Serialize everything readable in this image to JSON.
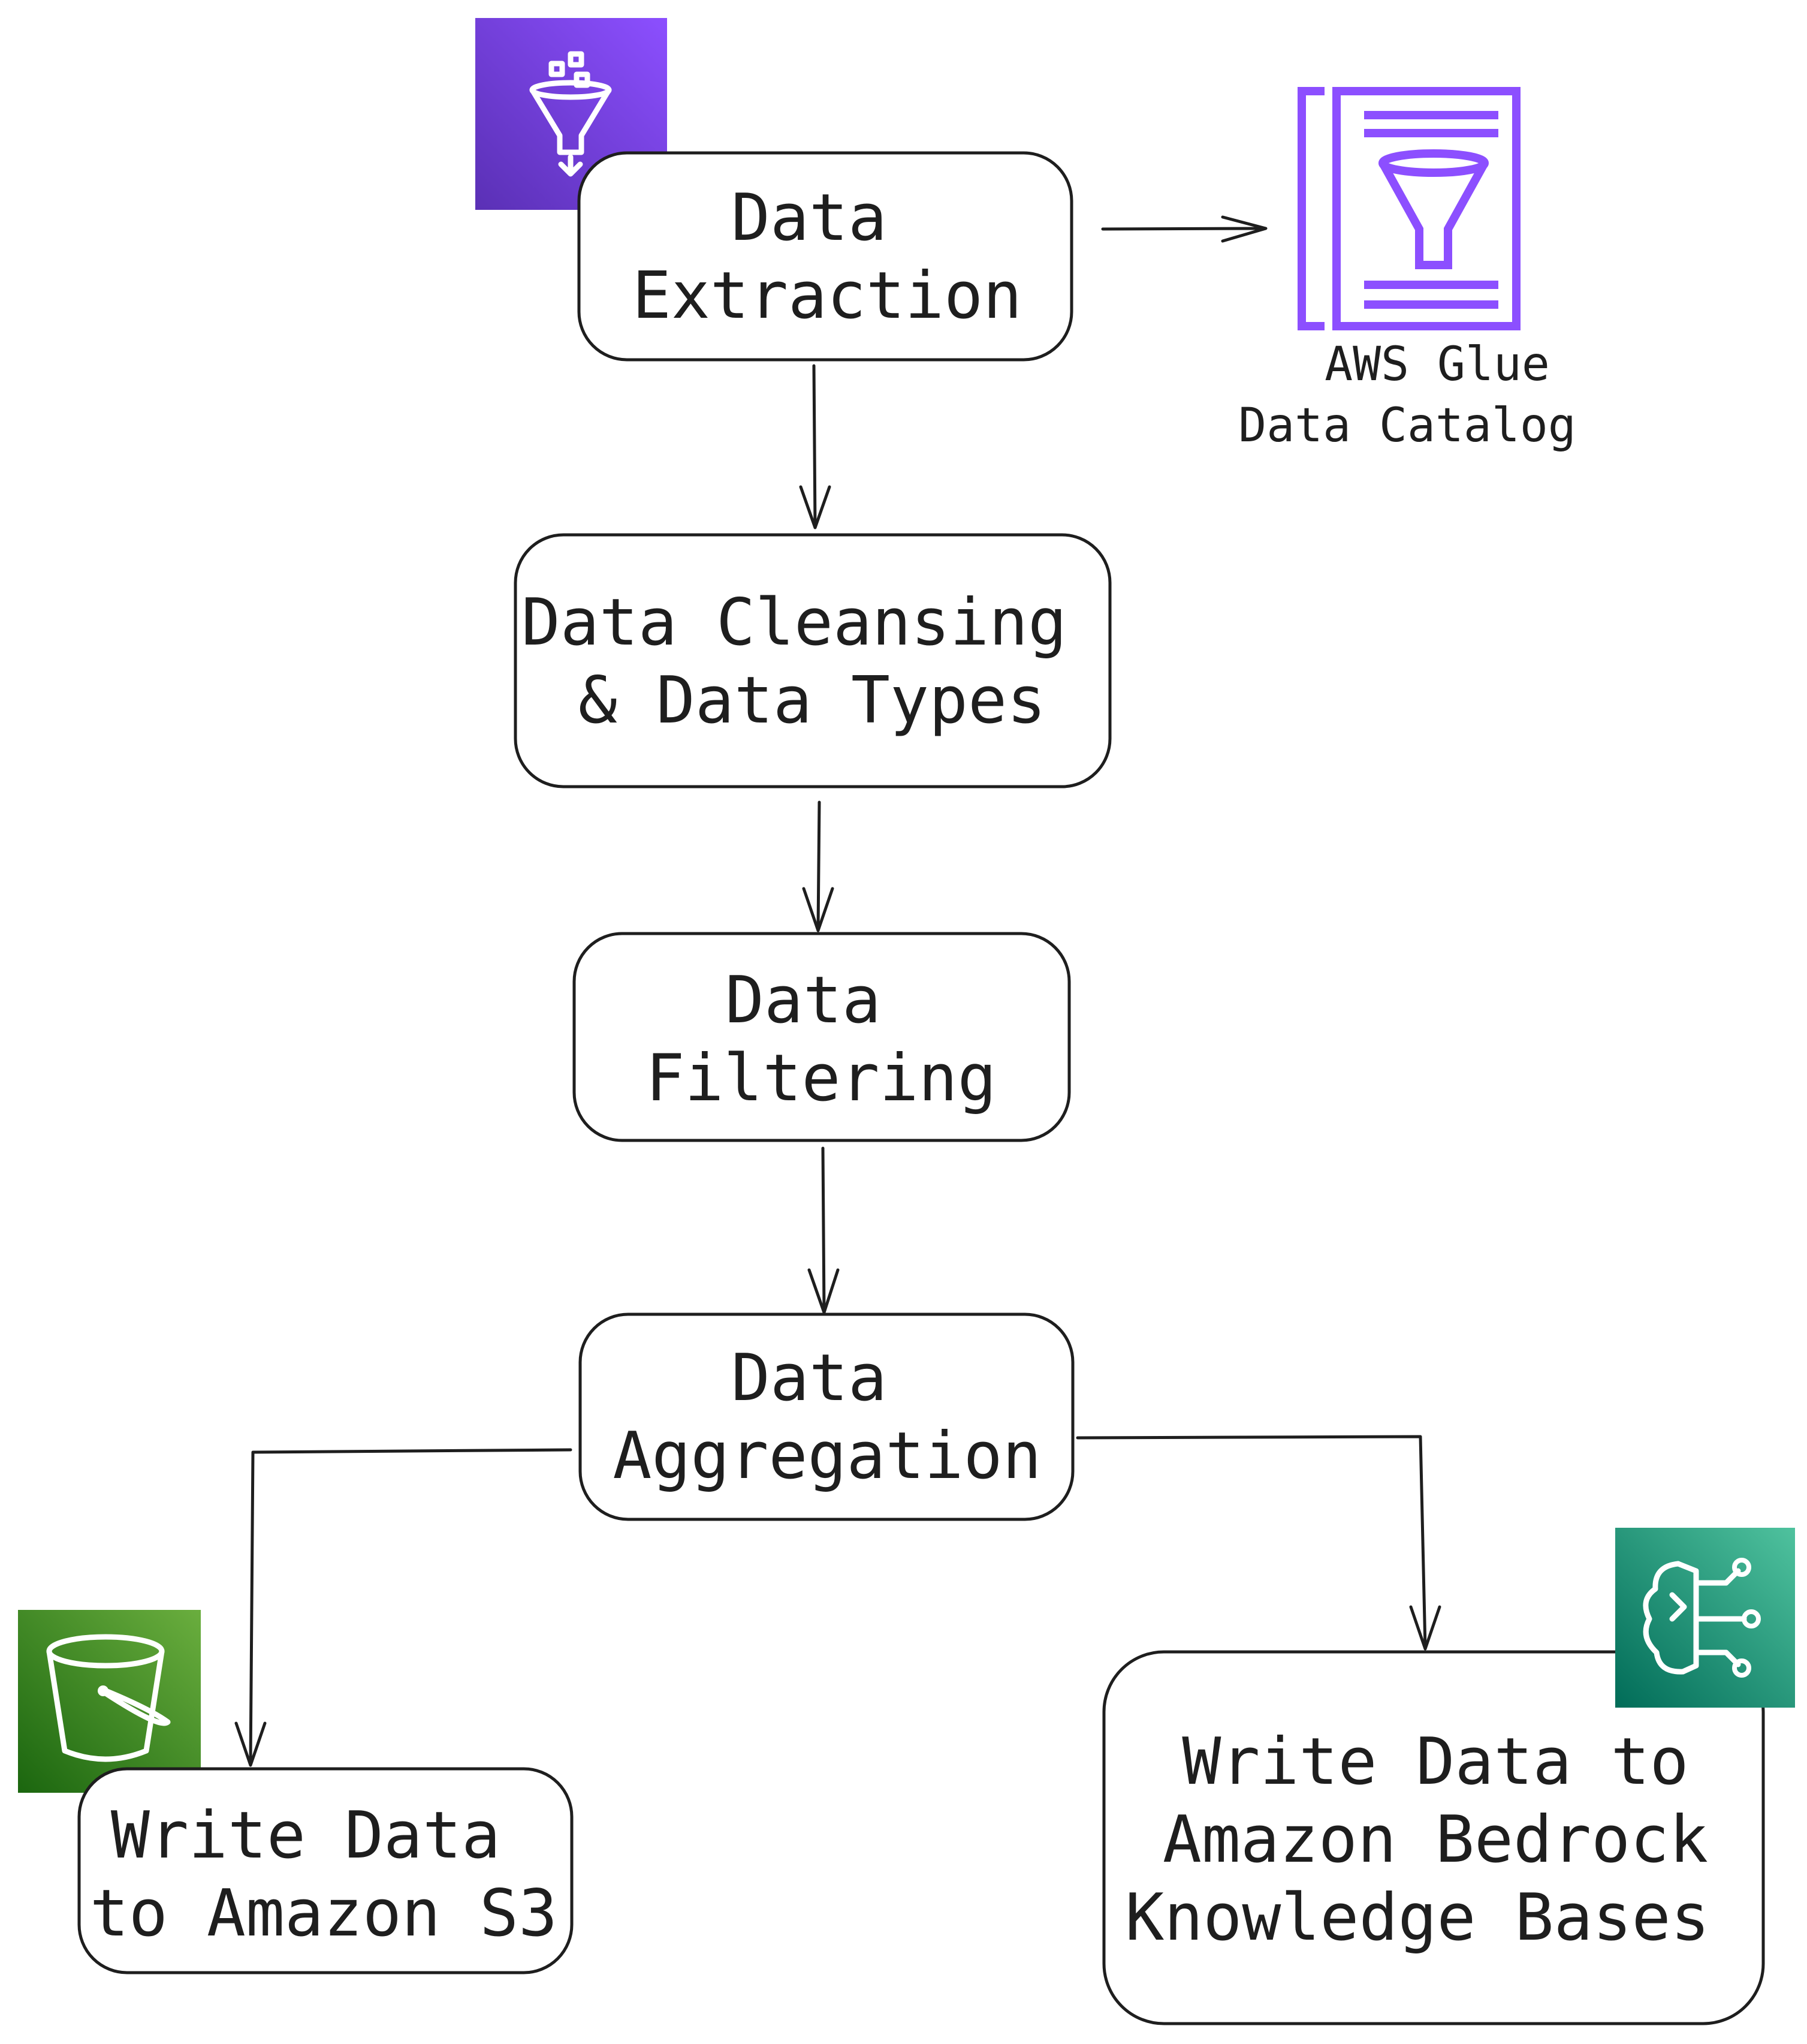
{
  "diagram": {
    "nodes": {
      "extraction": {
        "lines": [
          "Data",
          "Extraction"
        ]
      },
      "cleansing": {
        "lines": [
          "Data Cleansing",
          "& Data Types"
        ]
      },
      "filtering": {
        "lines": [
          "Data",
          "Filtering"
        ]
      },
      "aggregation": {
        "lines": [
          "Data",
          "Aggregation"
        ]
      },
      "write_s3": {
        "lines": [
          "Write Data",
          "to Amazon S3"
        ]
      },
      "write_bedrock": {
        "lines": [
          "Write Data to",
          "Amazon Bedrock",
          "Knowledge Bases"
        ]
      }
    },
    "glue_catalog": {
      "lines": [
        "AWS Glue",
        "Data Catalog"
      ]
    },
    "icons": {
      "glue": {
        "name": "aws-glue-funnel-icon",
        "colors": [
          "#8c4fff",
          "#5a30b5"
        ]
      },
      "catalog": {
        "name": "data-catalog-icon",
        "color": "#8c4fff"
      },
      "s3": {
        "name": "s3-bucket-icon",
        "colors": [
          "#6aae3e",
          "#1b660f"
        ]
      },
      "bedrock": {
        "name": "bedrock-brain-icon",
        "colors": [
          "#4fc29e",
          "#016c58"
        ]
      }
    },
    "edges": [
      {
        "from": "extraction",
        "to": "glue_catalog"
      },
      {
        "from": "extraction",
        "to": "cleansing"
      },
      {
        "from": "cleansing",
        "to": "filtering"
      },
      {
        "from": "filtering",
        "to": "aggregation"
      },
      {
        "from": "aggregation",
        "to": "write_s3"
      },
      {
        "from": "aggregation",
        "to": "write_bedrock"
      }
    ]
  }
}
